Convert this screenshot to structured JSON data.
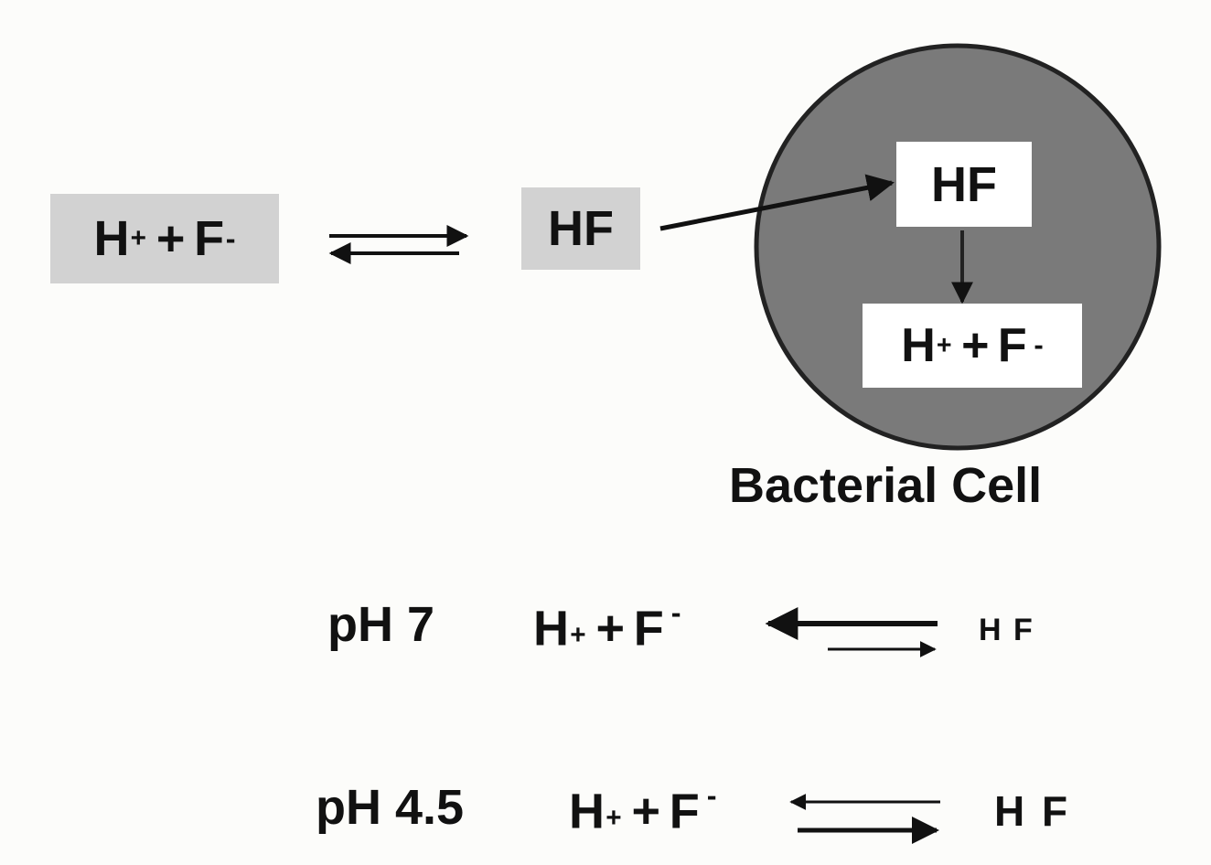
{
  "outside": {
    "h": "H",
    "plus_sub": "+",
    "plus": "+",
    "f": "F",
    "minus": "-"
  },
  "outside_hf": "HF",
  "cell": {
    "hf": "HF",
    "h": "H",
    "plus_sub": "+",
    "plus": "+",
    "f": "F",
    "minus": "-",
    "label": "Bacterial Cell"
  },
  "eq_ph7": {
    "ph": "pH 7",
    "h": "H",
    "plus_sub": "+",
    "plus": "+",
    "f": "F",
    "minus": "-",
    "hf": "H F"
  },
  "eq_ph45": {
    "ph": "pH 4.5",
    "h": "H",
    "plus_sub": "+",
    "plus": "+",
    "f": "F",
    "minus": "-",
    "hf": "H F"
  },
  "colors": {
    "cell_fill": "#7a7a7a",
    "box_grey": "#d2d2d2",
    "box_white": "#ffffff",
    "ink": "#111111"
  }
}
